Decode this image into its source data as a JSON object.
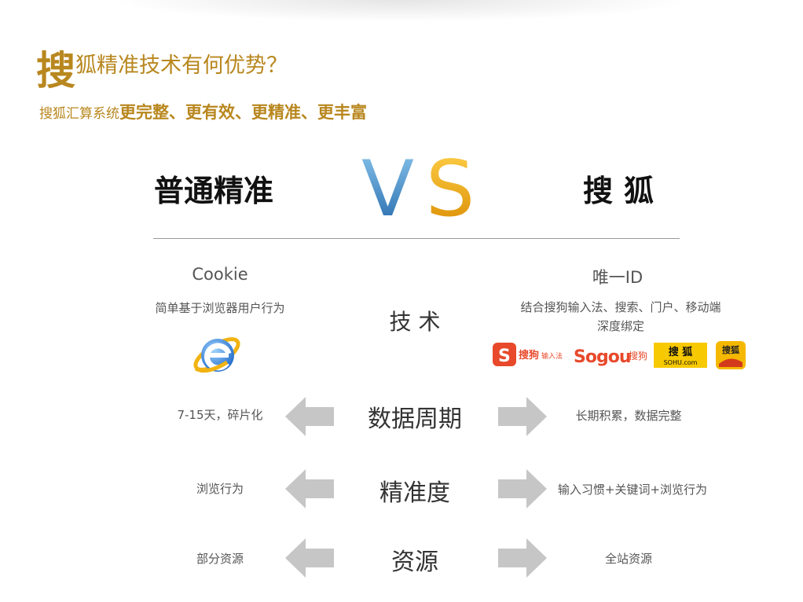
{
  "header": {
    "title_big": "搜",
    "title_rest": "狐精准技术有何优势？",
    "subtitle_normal": "搜狐汇算系统",
    "subtitle_bold": "更完整、更有效、更精准、更丰富"
  },
  "versus": {
    "left": "普通精准",
    "vs_v": "V",
    "vs_s": "S",
    "right": "搜狐"
  },
  "columns": {
    "left_head": "Cookie",
    "left_desc": "简单基于浏览器用户行为",
    "right_head": "唯一ID",
    "right_desc_line1": "结合搜狗输入法、搜索、门户、移动端",
    "right_desc_line2": "深度绑定"
  },
  "rows": [
    {
      "label": "技 术"
    },
    {
      "label": "数据周期",
      "left": "7-15天，碎片化",
      "right": "长期积累，数据完整"
    },
    {
      "label": "精准度",
      "left": "浏览行为",
      "right": "输入习惯+关键词+浏览行为"
    },
    {
      "label": "资源",
      "left": "部分资源",
      "right": "全站资源"
    }
  ],
  "logos": {
    "sogou_input": {
      "s": "S",
      "text1": "搜狗",
      "text2": "输入法"
    },
    "sogou": {
      "text": "Sogou",
      "cn": "搜狗"
    },
    "sohu": {
      "line1": "搜 狐",
      "line2": "SOHU.com"
    },
    "sohu_fox": {
      "text": "搜狐"
    }
  },
  "colors": {
    "gold": "#b8871e",
    "vs_blue": "#2f7fc0",
    "vs_orange": "#f0a500",
    "arrow_gray": "#c6c6c6"
  }
}
